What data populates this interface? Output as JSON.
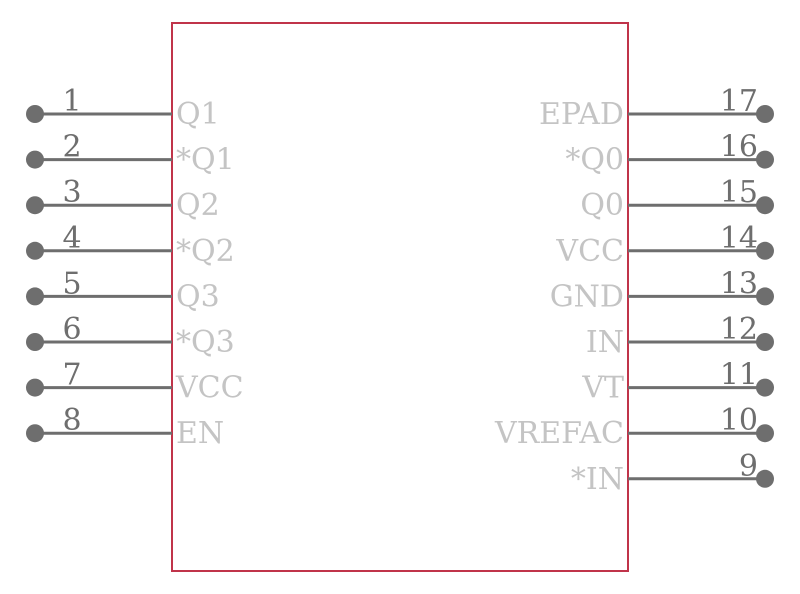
{
  "component": {
    "body_color": "#c0344a",
    "pin_color": "#6e6e6e",
    "label_color": "#c4c4c4",
    "left_pins": [
      {
        "number": "1",
        "name": "Q1"
      },
      {
        "number": "2",
        "name": "*Q1"
      },
      {
        "number": "3",
        "name": "Q2"
      },
      {
        "number": "4",
        "name": "*Q2"
      },
      {
        "number": "5",
        "name": "Q3"
      },
      {
        "number": "6",
        "name": "*Q3"
      },
      {
        "number": "7",
        "name": "VCC"
      },
      {
        "number": "8",
        "name": "EN"
      }
    ],
    "right_pins": [
      {
        "number": "17",
        "name": "EPAD"
      },
      {
        "number": "16",
        "name": "*Q0"
      },
      {
        "number": "15",
        "name": "Q0"
      },
      {
        "number": "14",
        "name": "VCC"
      },
      {
        "number": "13",
        "name": "GND"
      },
      {
        "number": "12",
        "name": "IN"
      },
      {
        "number": "11",
        "name": "VT"
      },
      {
        "number": "10",
        "name": "VREFAC"
      },
      {
        "number": "9",
        "name": "*IN"
      }
    ]
  }
}
